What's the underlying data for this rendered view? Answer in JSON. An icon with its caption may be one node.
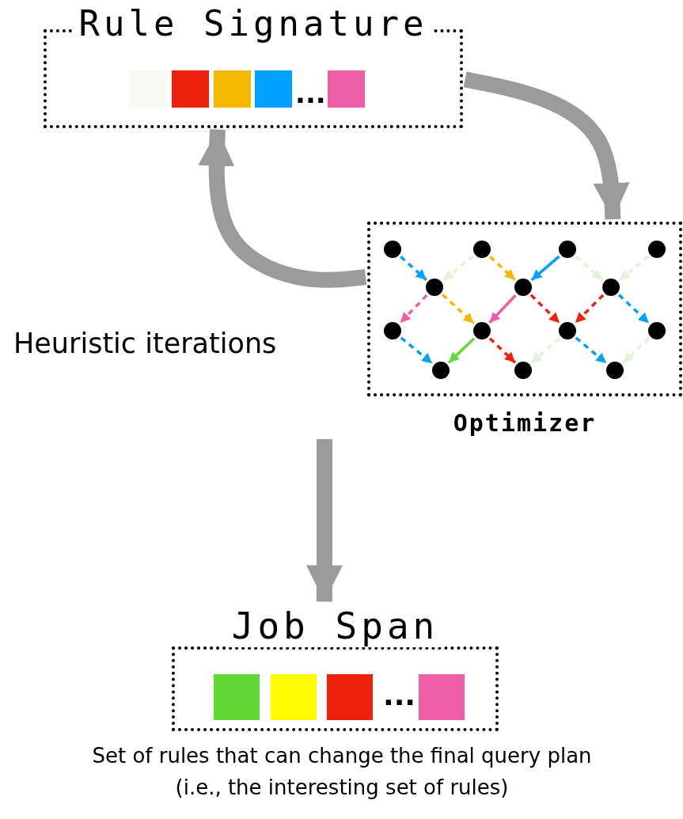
{
  "diagram": {
    "nodes": [
      {
        "text": [
          "Rule Signature"
        ]
      },
      {
        "text": [
          "Optimizer"
        ]
      },
      {
        "text": [
          "Job Span"
        ]
      },
      {
        "text": [],
        "shape": "circle",
        "in": 1
      },
      {
        "text": [],
        "shape": "circle",
        "in": 1
      },
      {
        "text": [],
        "shape": "circle",
        "in": 1
      },
      {
        "text": [],
        "shape": "circle",
        "in": 1
      },
      {
        "text": [],
        "shape": "circle",
        "in": 1
      },
      {
        "text": [],
        "shape": "circle",
        "in": 1
      },
      {
        "text": [],
        "shape": "circle",
        "in": 1
      },
      {
        "text": [],
        "shape": "circle",
        "in": 1
      },
      {
        "text": [],
        "shape": "circle",
        "in": 1
      },
      {
        "text": [],
        "shape": "circle",
        "in": 1
      },
      {
        "text": [],
        "shape": "circle",
        "in": 1
      },
      {
        "text": [],
        "shape": "circle",
        "in": 1
      },
      {
        "text": [],
        "shape": "circle",
        "in": 1
      },
      {
        "text": [],
        "shape": "circle",
        "in": 1
      }
    ],
    "edges": [
      {
        "from": 0,
        "to": 1,
        "arrow": "to",
        "style": "thick",
        "color": "#9b9b9b"
      },
      {
        "from": 1,
        "to": 0,
        "arrow": "to",
        "style": "thick",
        "color": "#9b9b9b"
      },
      {
        "from": null,
        "to": 2,
        "arrow": "to",
        "style": "thick",
        "color": "#9b9b9b"
      },
      {
        "from": 3,
        "to": 7,
        "arrow": "to",
        "style": "dashed",
        "color": "#00a2ff"
      },
      {
        "from": 4,
        "to": 7,
        "arrow": "to",
        "style": "dashed",
        "color": "#dff5d6"
      },
      {
        "from": 4,
        "to": 8,
        "arrow": "to",
        "style": "dashed",
        "color": "#f5b800"
      },
      {
        "from": 5,
        "to": 8,
        "arrow": "to",
        "color": "#00a2ff"
      },
      {
        "from": 5,
        "to": 9,
        "arrow": "to",
        "style": "dashed",
        "color": "#dff5d6"
      },
      {
        "from": 6,
        "to": 9,
        "arrow": "to",
        "style": "dashed",
        "color": "#dff5d6"
      },
      {
        "from": 7,
        "to": 10,
        "arrow": "to",
        "style": "dashed",
        "color": "#ee5fa7"
      },
      {
        "from": 7,
        "to": 11,
        "arrow": "to",
        "style": "dashed",
        "color": "#f5b800"
      },
      {
        "from": 8,
        "to": 11,
        "arrow": "to",
        "color": "#ee5fa7"
      },
      {
        "from": 8,
        "to": 12,
        "arrow": "to",
        "style": "dashed",
        "color": "#ee220c"
      },
      {
        "from": 9,
        "to": 12,
        "arrow": "to",
        "style": "dashed",
        "color": "#ee220c"
      },
      {
        "from": 9,
        "to": 13,
        "arrow": "to",
        "style": "dashed",
        "color": "#00a2ff"
      },
      {
        "from": 10,
        "to": 14,
        "arrow": "to",
        "style": "dashed",
        "color": "#00a2ff"
      },
      {
        "from": 11,
        "to": 14,
        "arrow": "to",
        "color": "#61d836"
      },
      {
        "from": 11,
        "to": 15,
        "arrow": "to",
        "style": "dashed",
        "color": "#ee220c"
      },
      {
        "from": 12,
        "to": 15,
        "arrow": "to",
        "style": "dashed",
        "color": "#dff5d6"
      },
      {
        "from": 12,
        "to": 16,
        "arrow": "to",
        "style": "dashed",
        "color": "#00a2ff"
      },
      {
        "from": 13,
        "to": 16,
        "arrow": "to",
        "style": "dashed",
        "color": "#dff5d6"
      }
    ],
    "labels": [
      "...",
      "Heuristic iterations",
      "...",
      "Set of rules that can change the final query plan",
      "(i.e., the interesting set of rules)"
    ]
  }
}
